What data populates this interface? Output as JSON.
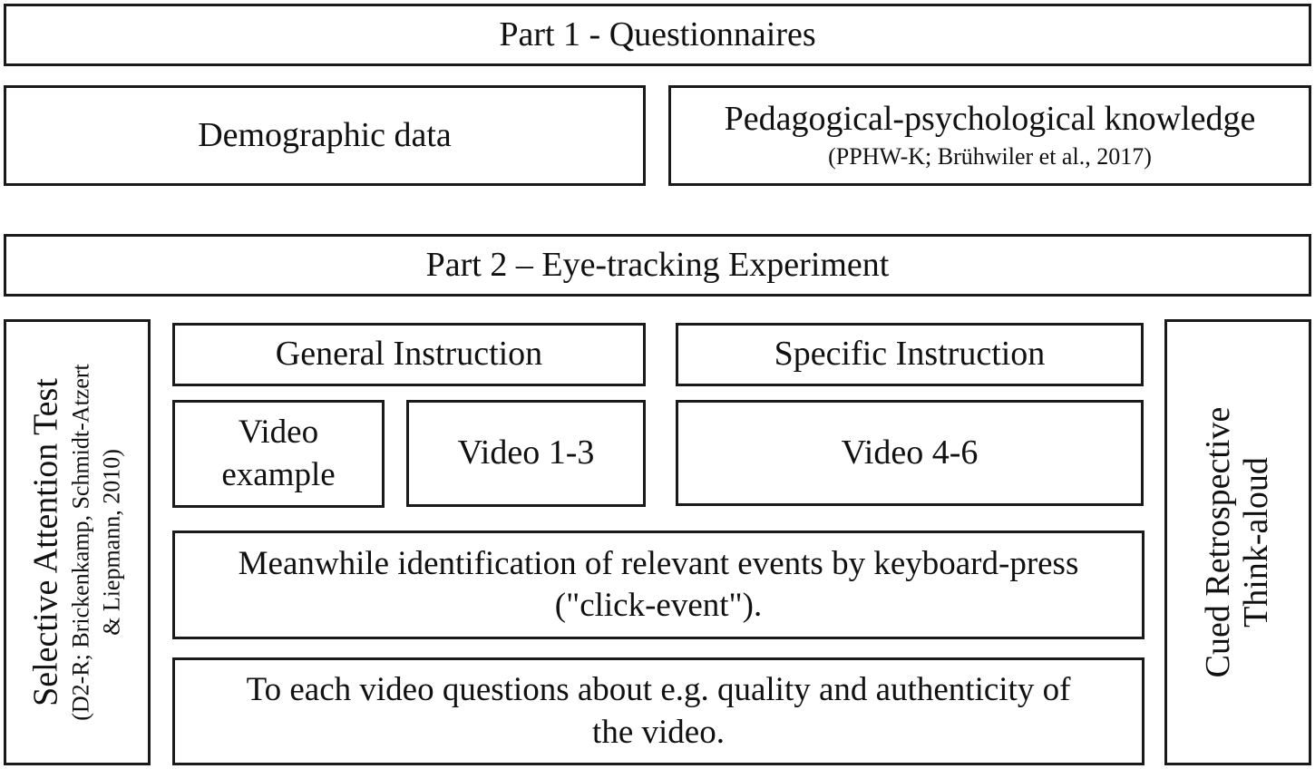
{
  "part1": {
    "title": "Part 1 - Questionnaires",
    "demographic": "Demographic data",
    "ppk_title": "Pedagogical-psychological knowledge",
    "ppk_ref": "(PPHW-K; Brühwiler et al., 2017)"
  },
  "part2": {
    "title": "Part 2 – Eye-tracking Experiment",
    "attention_test": {
      "title": "Selective Attention Test",
      "ref_line1": "(D2-R; Brickenkamp, Schmidt-Atzert",
      "ref_line2": "& Liepmann, 2010)"
    },
    "general_instruction": "General Instruction",
    "specific_instruction": "Specific Instruction",
    "video_example": {
      "line1": "Video",
      "line2": "example"
    },
    "video_1_3": "Video 1-3",
    "video_4_6": "Video 4-6",
    "click_event": {
      "line1": "Meanwhile identification of relevant events by keyboard-press",
      "line2": "(\"click-event\")."
    },
    "video_questions": {
      "line1": "To each video questions about e.g. quality and authenticity of",
      "line2": "the video."
    },
    "think_aloud": {
      "line1": "Cued Retrospective",
      "line2": "Think-aloud"
    }
  }
}
